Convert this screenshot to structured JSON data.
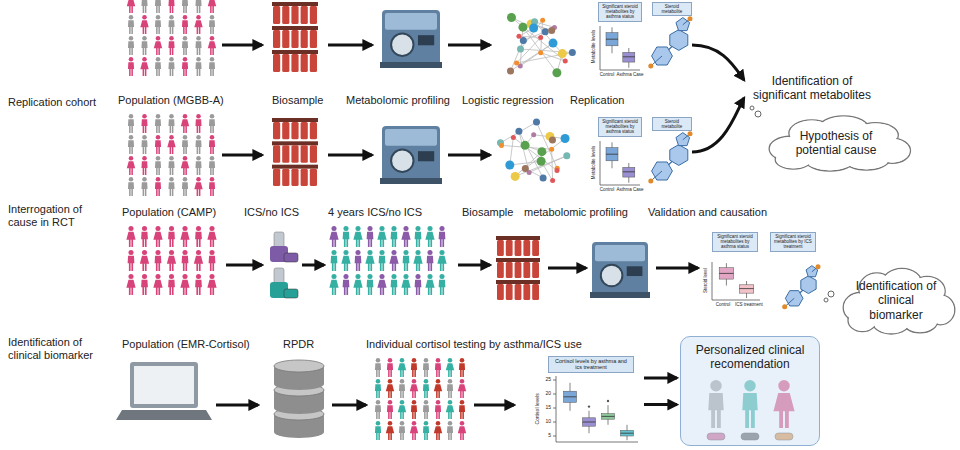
{
  "diagram": {
    "nodes": [
      {
        "text": [
          "Hypothesis of potential cause"
        ]
      },
      {
        "text": [
          "Identification of clinical biomarker"
        ]
      },
      {
        "text": [
          "Cortisol levels by asthma and ics treatment"
        ]
      },
      {
        "text": [
          "Personalized clinical recomendation"
        ]
      }
    ],
    "edges": [
      {
        "from": 2,
        "to": 3,
        "arrow": "to"
      },
      {
        "from": 2,
        "to": 3,
        "arrow": "to"
      }
    ],
    "labels": [
      "Replication cohort",
      "Population (MGBB-A)",
      "Biosample",
      "Metabolomic profiling",
      "Logistic regression",
      "Replication",
      "Identification of significant metabolites",
      "Interrogation of cause in RCT",
      "Population (CAMP)",
      "ICS/no ICS",
      "4 years ICS/no ICS",
      "Biosample",
      "metabolomic profiling",
      "Validation and causation",
      "Identification of clinical biomarker",
      "Population (EMR-Cortisol)",
      "RPDR",
      "Individual cortisol testing by asthma/ICS use",
      "Significant steroid metabolites by asthma status",
      "Steroid metabolite",
      "Metabolite levels",
      "Control",
      "Asthma Case",
      "Significant steroid metabolites by asthma status",
      "Steroid metabolite",
      "Metabolite levels",
      "Control",
      "Asthma Case",
      "Significant steroid metabolites by asthma status",
      "Significant steroid metabolites by ICS treatment",
      "Steroid level",
      "Control",
      "ICS treatment",
      "Cortisol levels",
      "25",
      "20",
      "15",
      "10",
      "5"
    ]
  }
}
